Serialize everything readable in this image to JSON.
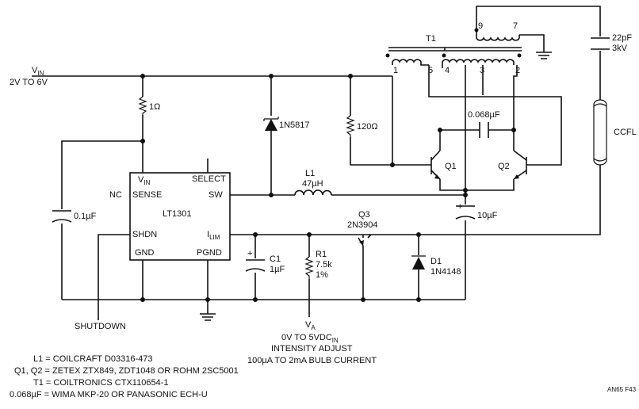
{
  "vin": {
    "label": "V",
    "sub": "IN",
    "range": "2V TO 6V"
  },
  "r_1ohm": "1Ω",
  "d_1n5817": "1N5817",
  "r_120": "120Ω",
  "t1": {
    "name": "T1",
    "pins": [
      "1",
      "5",
      "4",
      "3",
      "2",
      "9",
      "7"
    ]
  },
  "c_068": "0.068µF",
  "q1": "Q1",
  "q2": "Q2",
  "c_22pf": [
    "22pF",
    "3kV"
  ],
  "ccfl": "CCFL",
  "l1": {
    "name": "L1",
    "value": "47µH"
  },
  "c_10uf": "10µF",
  "c_01": "0.1µF",
  "ic": {
    "name": "LT1301",
    "vin": "V",
    "vin_sub": "IN",
    "select": "SELECT",
    "sense": "SENSE",
    "sw": "SW",
    "shdn": "SHDN",
    "ilim": "I",
    "ilim_sub": "LIM",
    "gnd": "GND",
    "pgnd": "PGND",
    "nc": "NC"
  },
  "q3": {
    "name": "Q3",
    "part": "2N3904"
  },
  "c1": {
    "name": "C1",
    "value": "1µF"
  },
  "r1": {
    "name": "R1",
    "value": "7.5k",
    "tol": "1%"
  },
  "d1": {
    "name": "D1",
    "part": "1N4148"
  },
  "shutdown": "SHUTDOWN",
  "va": {
    "label": "V",
    "sub": "A",
    "range": "0V TO 5VDC",
    "range_sub": "IN",
    "line2": "INTENSITY ADJUST",
    "line3": "100µA TO 2mA BULB CURRENT"
  },
  "plus": "+",
  "notes": [
    "L1 = COILCRAFT D03316-473",
    "Q1, Q2 = ZETEX ZTX849, ZDT1048 OR ROHM 2SC5001",
    "T1 = COILTRONICS CTX110654-1",
    "0.068µF = WIMA MKP-20 OR PANASONIC ECH-U"
  ],
  "fig_id": "AN65 F43"
}
